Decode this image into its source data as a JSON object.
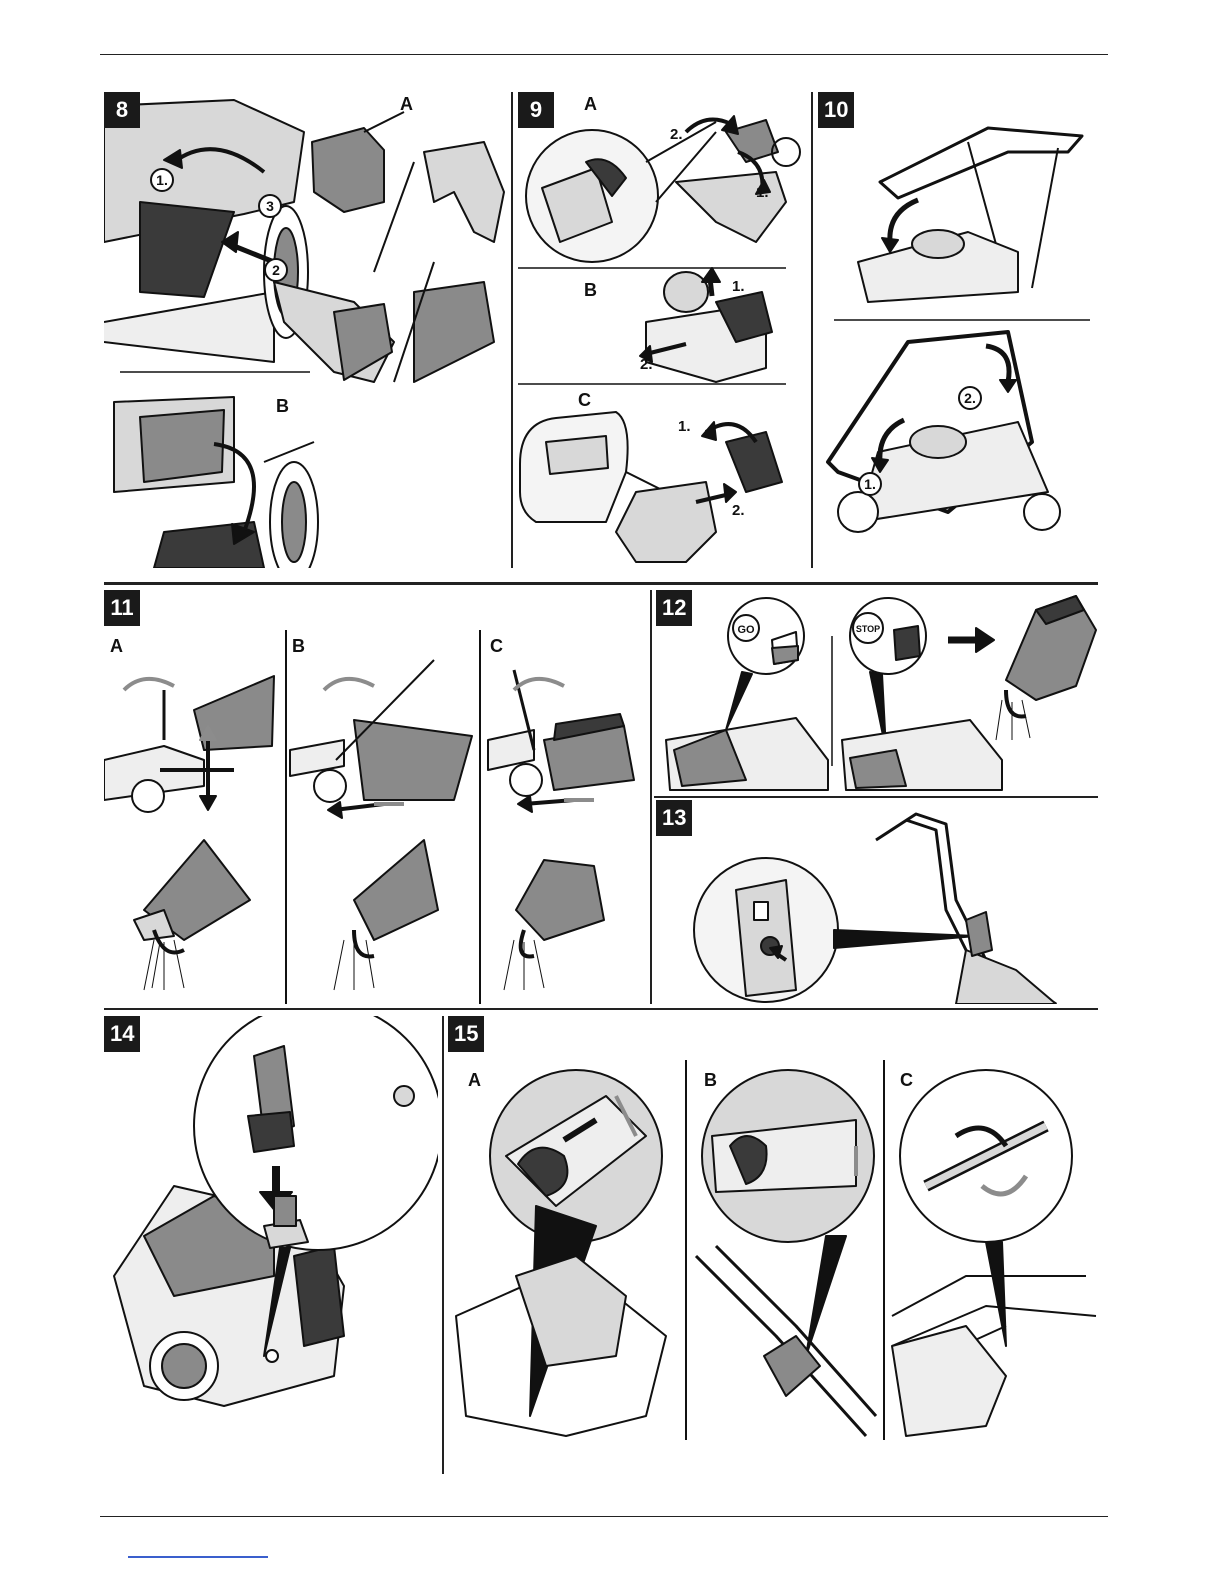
{
  "figures": {
    "f8": {
      "number": "8",
      "panels": [
        "A",
        "B"
      ],
      "steps": [
        "1.",
        "2",
        "3"
      ]
    },
    "f9": {
      "number": "9",
      "panels": [
        "A",
        "B",
        "C"
      ],
      "steps": [
        "2.",
        "1.",
        "1.",
        "2.",
        "1.",
        "2."
      ]
    },
    "f10": {
      "number": "10",
      "steps": [
        "2.",
        "1."
      ]
    },
    "f11": {
      "number": "11",
      "panels": [
        "A",
        "B",
        "C"
      ]
    },
    "f12": {
      "number": "12",
      "icons": [
        "GO",
        "STOP"
      ]
    },
    "f13": {
      "number": "13"
    },
    "f14": {
      "number": "14"
    },
    "f15": {
      "number": "15",
      "panels": [
        "A",
        "B",
        "C"
      ]
    }
  },
  "colors": {
    "ink": "#111111",
    "fill_dark": "#3a3a3a",
    "fill_mid": "#8a8a8a",
    "fill_light": "#d8d8d8",
    "arrow_grey": "#8c8c8c",
    "link": "#3a5fcd"
  }
}
